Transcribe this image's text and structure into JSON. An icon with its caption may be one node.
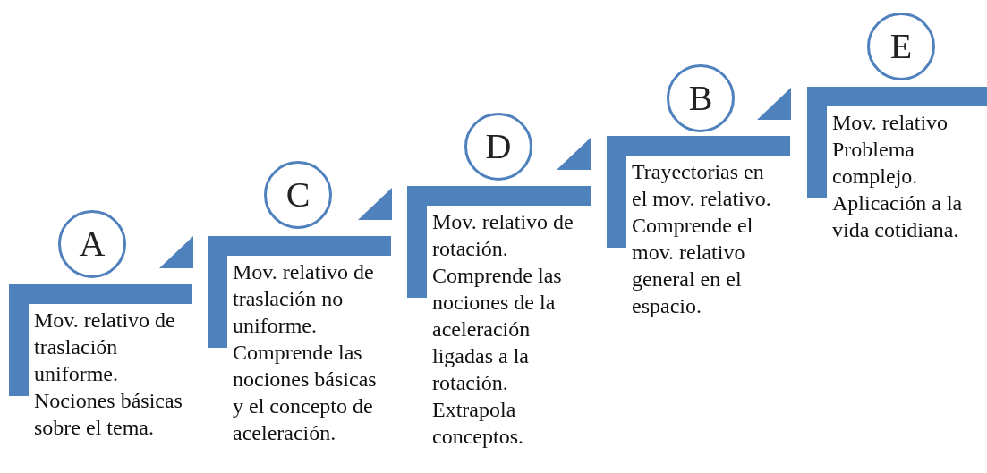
{
  "diagram": {
    "nodes": [
      {
        "text": [
          "A"
        ]
      },
      {
        "text": [
          "Mov. relativo de traslación uniforme. Nociones básicas sobre el tema."
        ]
      },
      {
        "text": [
          "C"
        ]
      },
      {
        "text": [
          "Mov. relativo de traslación no uniforme. Comprende las nociones básicas y el concepto de aceleración."
        ]
      },
      {
        "text": [
          "D"
        ]
      },
      {
        "text": [
          "Mov. relativo de rotación. Comprende las nociones de la aceleración ligadas a la rotación. Extrapola conceptos."
        ]
      },
      {
        "text": [
          "B"
        ]
      },
      {
        "text": [
          "Trayectorias en el mov. relativo. Comprende el mov. relativo general en el espacio."
        ]
      },
      {
        "text": [
          "E"
        ]
      },
      {
        "text": [
          "Mov. relativo Problema complejo. Aplicación a la vida cotidiana."
        ]
      }
    ],
    "edges": []
  }
}
